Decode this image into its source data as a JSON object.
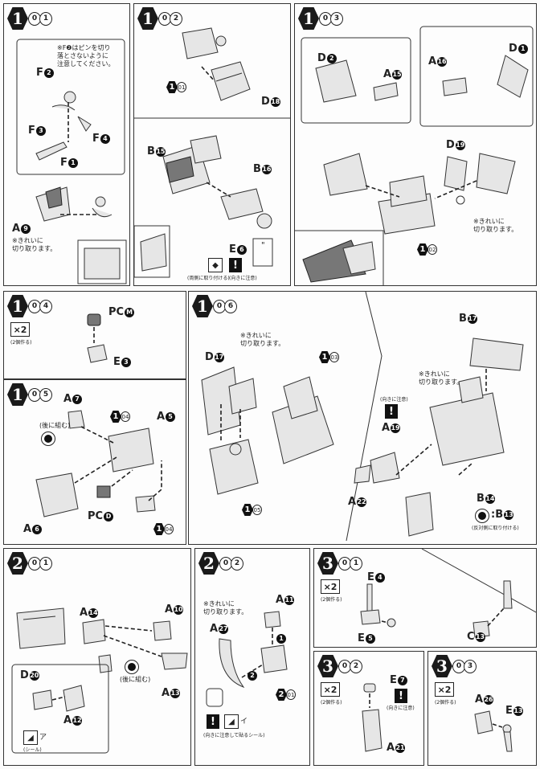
{
  "colors": {
    "ink": "#222222",
    "paper": "#fbfbfb",
    "badge": "#1a1a1a"
  },
  "icons": {
    "step": "hexagon-step-badge",
    "warning": "exclamation-icon",
    "cut": "scissors-icon",
    "turn": "rotate-icon"
  },
  "panels": {
    "p101": {
      "step": "1",
      "sub": [
        "0",
        "1"
      ],
      "note_top": "※F❷はピンを切り\n落とさないように\n注意してください。",
      "labels": {
        "f2": "F",
        "f2n": "2",
        "f3": "F",
        "f3n": "3",
        "f4": "F",
        "f4n": "4",
        "f1": "F",
        "f1n": "1",
        "a9": "A",
        "a9n": "9"
      },
      "note_bottom": "※きれいに\n切り取ります。"
    },
    "p102": {
      "step": "1",
      "sub": [
        "0",
        "2"
      ],
      "labels": {
        "ref": "1",
        "refsub": "01",
        "d18": "D",
        "d18n": "18",
        "b15": "B",
        "b15n": "15",
        "b16": "B",
        "b16n": "16",
        "e6": "E",
        "e6n": "6"
      },
      "caption_left": "(両側に取り付ける)",
      "caption_right": "(向きに注意)",
      "quote": "\""
    },
    "p103": {
      "step": "1",
      "sub": [
        "0",
        "3"
      ],
      "labels": {
        "d2": "D",
        "d2n": "2",
        "a15": "A",
        "a15n": "15",
        "a16": "A",
        "a16n": "16",
        "d1": "D",
        "d1n": "1",
        "d19": "D",
        "d19n": "19",
        "ref": "1",
        "refsub": "02"
      },
      "note": "※きれいに\n切り取ります。"
    },
    "p104": {
      "step": "1",
      "sub": [
        "0",
        "4"
      ],
      "x2": "×2",
      "x2cap": "(2個作る)",
      "labels": {
        "pcm": "PC",
        "pcmn": "M",
        "e3": "E",
        "e3n": "3"
      }
    },
    "p105": {
      "step": "1",
      "sub": [
        "0",
        "5"
      ],
      "labels": {
        "a7": "A",
        "a7n": "7",
        "ref": "1",
        "refsub": "04",
        "a5": "A",
        "a5n": "5",
        "a6": "A",
        "a6n": "6",
        "pcd": "PC",
        "pcdn": "D",
        "ref2": "1",
        "ref2sub": "04"
      },
      "caption": "(後に組む)"
    },
    "p106": {
      "step": "1",
      "sub": [
        "0",
        "6"
      ],
      "note_left": "※きれいに\n切り取ります。",
      "note_right": "※きれいに\n切り取ります。",
      "labels": {
        "d17": "D",
        "d17n": "17",
        "ref": "1",
        "refsub": "03",
        "b17": "B",
        "b17n": "17",
        "a19": "A",
        "a19n": "19",
        "a22": "A",
        "a22n": "22",
        "b14": "B",
        "b14n": "14",
        "b13": "B",
        "b13n": "13",
        "ref2": "1",
        "ref2sub": "05"
      },
      "caption_warn": "(向きに注意)",
      "caption_b": "(反対側に取り付ける)",
      "b13_prefix": ":"
    },
    "p201": {
      "step": "2",
      "sub": [
        "0",
        "1"
      ],
      "labels": {
        "a14": "A",
        "a14n": "14",
        "a10": "A",
        "a10n": "10",
        "a13": "A",
        "a13n": "13",
        "d20": "D",
        "d20n": "20",
        "a12": "A",
        "a12n": "12"
      },
      "caption": "(後に組む)",
      "seal": "(シール)",
      "seal_code": "ア"
    },
    "p202": {
      "step": "2",
      "sub": [
        "0",
        "2"
      ],
      "note": "※きれいに\n切り取ります。",
      "labels": {
        "a11": "A",
        "a11n": "11",
        "a27": "A",
        "a27n": "27",
        "ref": "2",
        "refsub": "01"
      },
      "order": [
        "1",
        "2"
      ],
      "seal_code": "イ",
      "caption": "(向きに注意して貼るシール)"
    },
    "p301": {
      "step": "3",
      "sub": [
        "0",
        "1"
      ],
      "x2": "×2",
      "x2cap": "(2個作る)",
      "labels": {
        "e4": "E",
        "e4n": "4",
        "e5": "E",
        "e5n": "5",
        "c13": "C",
        "c13n": "13"
      }
    },
    "p302": {
      "step": "3",
      "sub": [
        "0",
        "2"
      ],
      "x2": "×2",
      "x2cap": "(2個作る)",
      "labels": {
        "e7": "E",
        "e7n": "7",
        "a21": "A",
        "a21n": "21"
      },
      "caption": "(向きに注意)"
    },
    "p303": {
      "step": "3",
      "sub": [
        "0",
        "3"
      ],
      "x2": "×2",
      "x2cap": "(2個作る)",
      "labels": {
        "a26": "A",
        "a26n": "26",
        "e13": "E",
        "e13n": "13"
      }
    }
  }
}
